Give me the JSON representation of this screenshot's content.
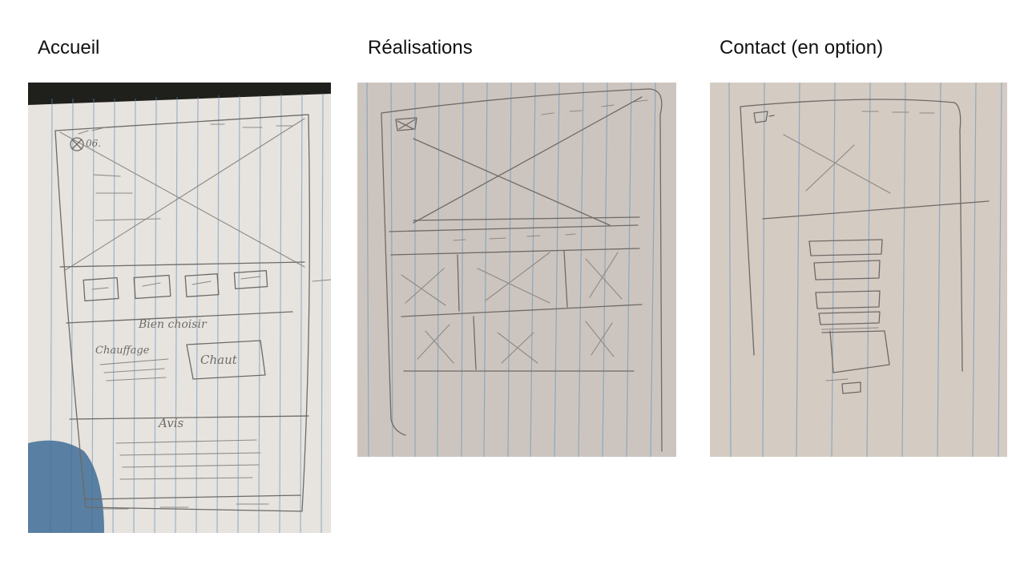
{
  "sections": [
    {
      "id": "accueil",
      "title": "Accueil",
      "icon": "homepage-sketch-image"
    },
    {
      "id": "realisations",
      "title": "Réalisations",
      "icon": "portfolio-sketch-image"
    },
    {
      "id": "contact",
      "title": "Contact (en option)",
      "icon": "contact-sketch-image"
    }
  ],
  "sketch_annotations": {
    "accueil": {
      "logo_note": "06.",
      "section_heading": "Bien choisir",
      "left_block": "Chauffage",
      "right_box": "Chaut",
      "reviews_heading": "Avis"
    }
  },
  "colors": {
    "paper_accueil": "#e7e3de",
    "paper_realisations": "#ccc5bf",
    "paper_contact": "#d4cbc3",
    "grid_line": "#5a8fb8",
    "pencil": "#6e6a66"
  }
}
